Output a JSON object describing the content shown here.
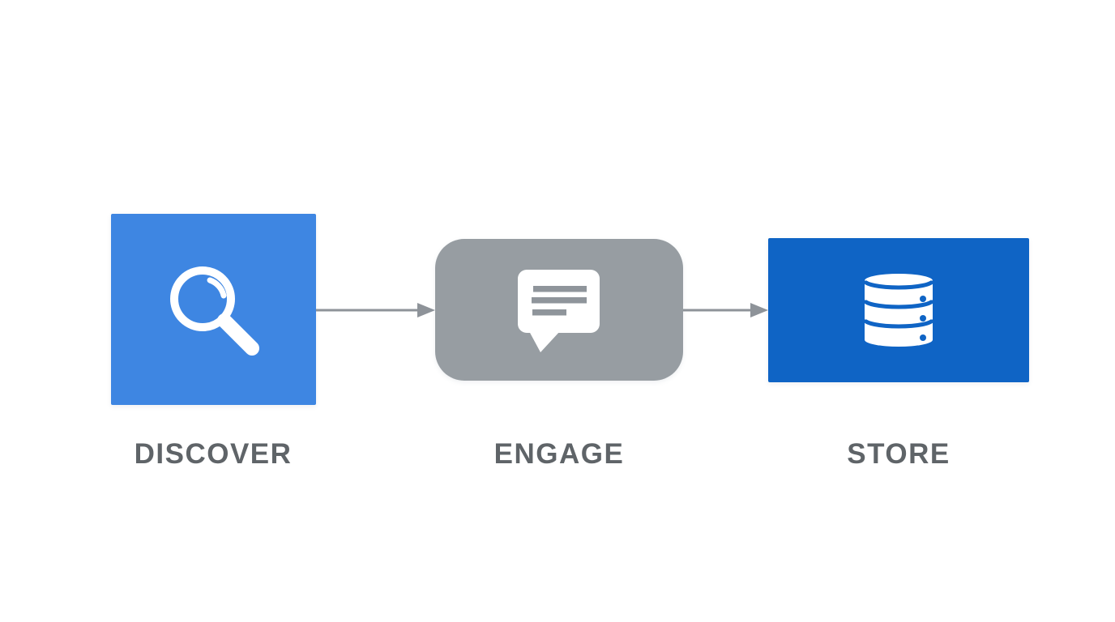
{
  "diagram": {
    "title": "",
    "background_color": "#ffffff",
    "label_color": "#5f6468",
    "arrow_color": "#8e9399",
    "icon_color": "#ffffff",
    "nodes": [
      {
        "id": "discover",
        "label": "DISCOVER",
        "icon": "search-icon",
        "shape": "square",
        "color": "#3e86e2"
      },
      {
        "id": "engage",
        "label": "ENGAGE",
        "icon": "speech-bubble-icon",
        "shape": "rounded-rectangle",
        "color": "#979da2"
      },
      {
        "id": "store",
        "label": "STORE",
        "icon": "database-icon",
        "shape": "rectangle",
        "color": "#0f64c5"
      }
    ],
    "connectors": [
      {
        "from": "discover",
        "to": "engage",
        "direction": "right"
      },
      {
        "from": "engage",
        "to": "store",
        "direction": "right"
      }
    ]
  }
}
